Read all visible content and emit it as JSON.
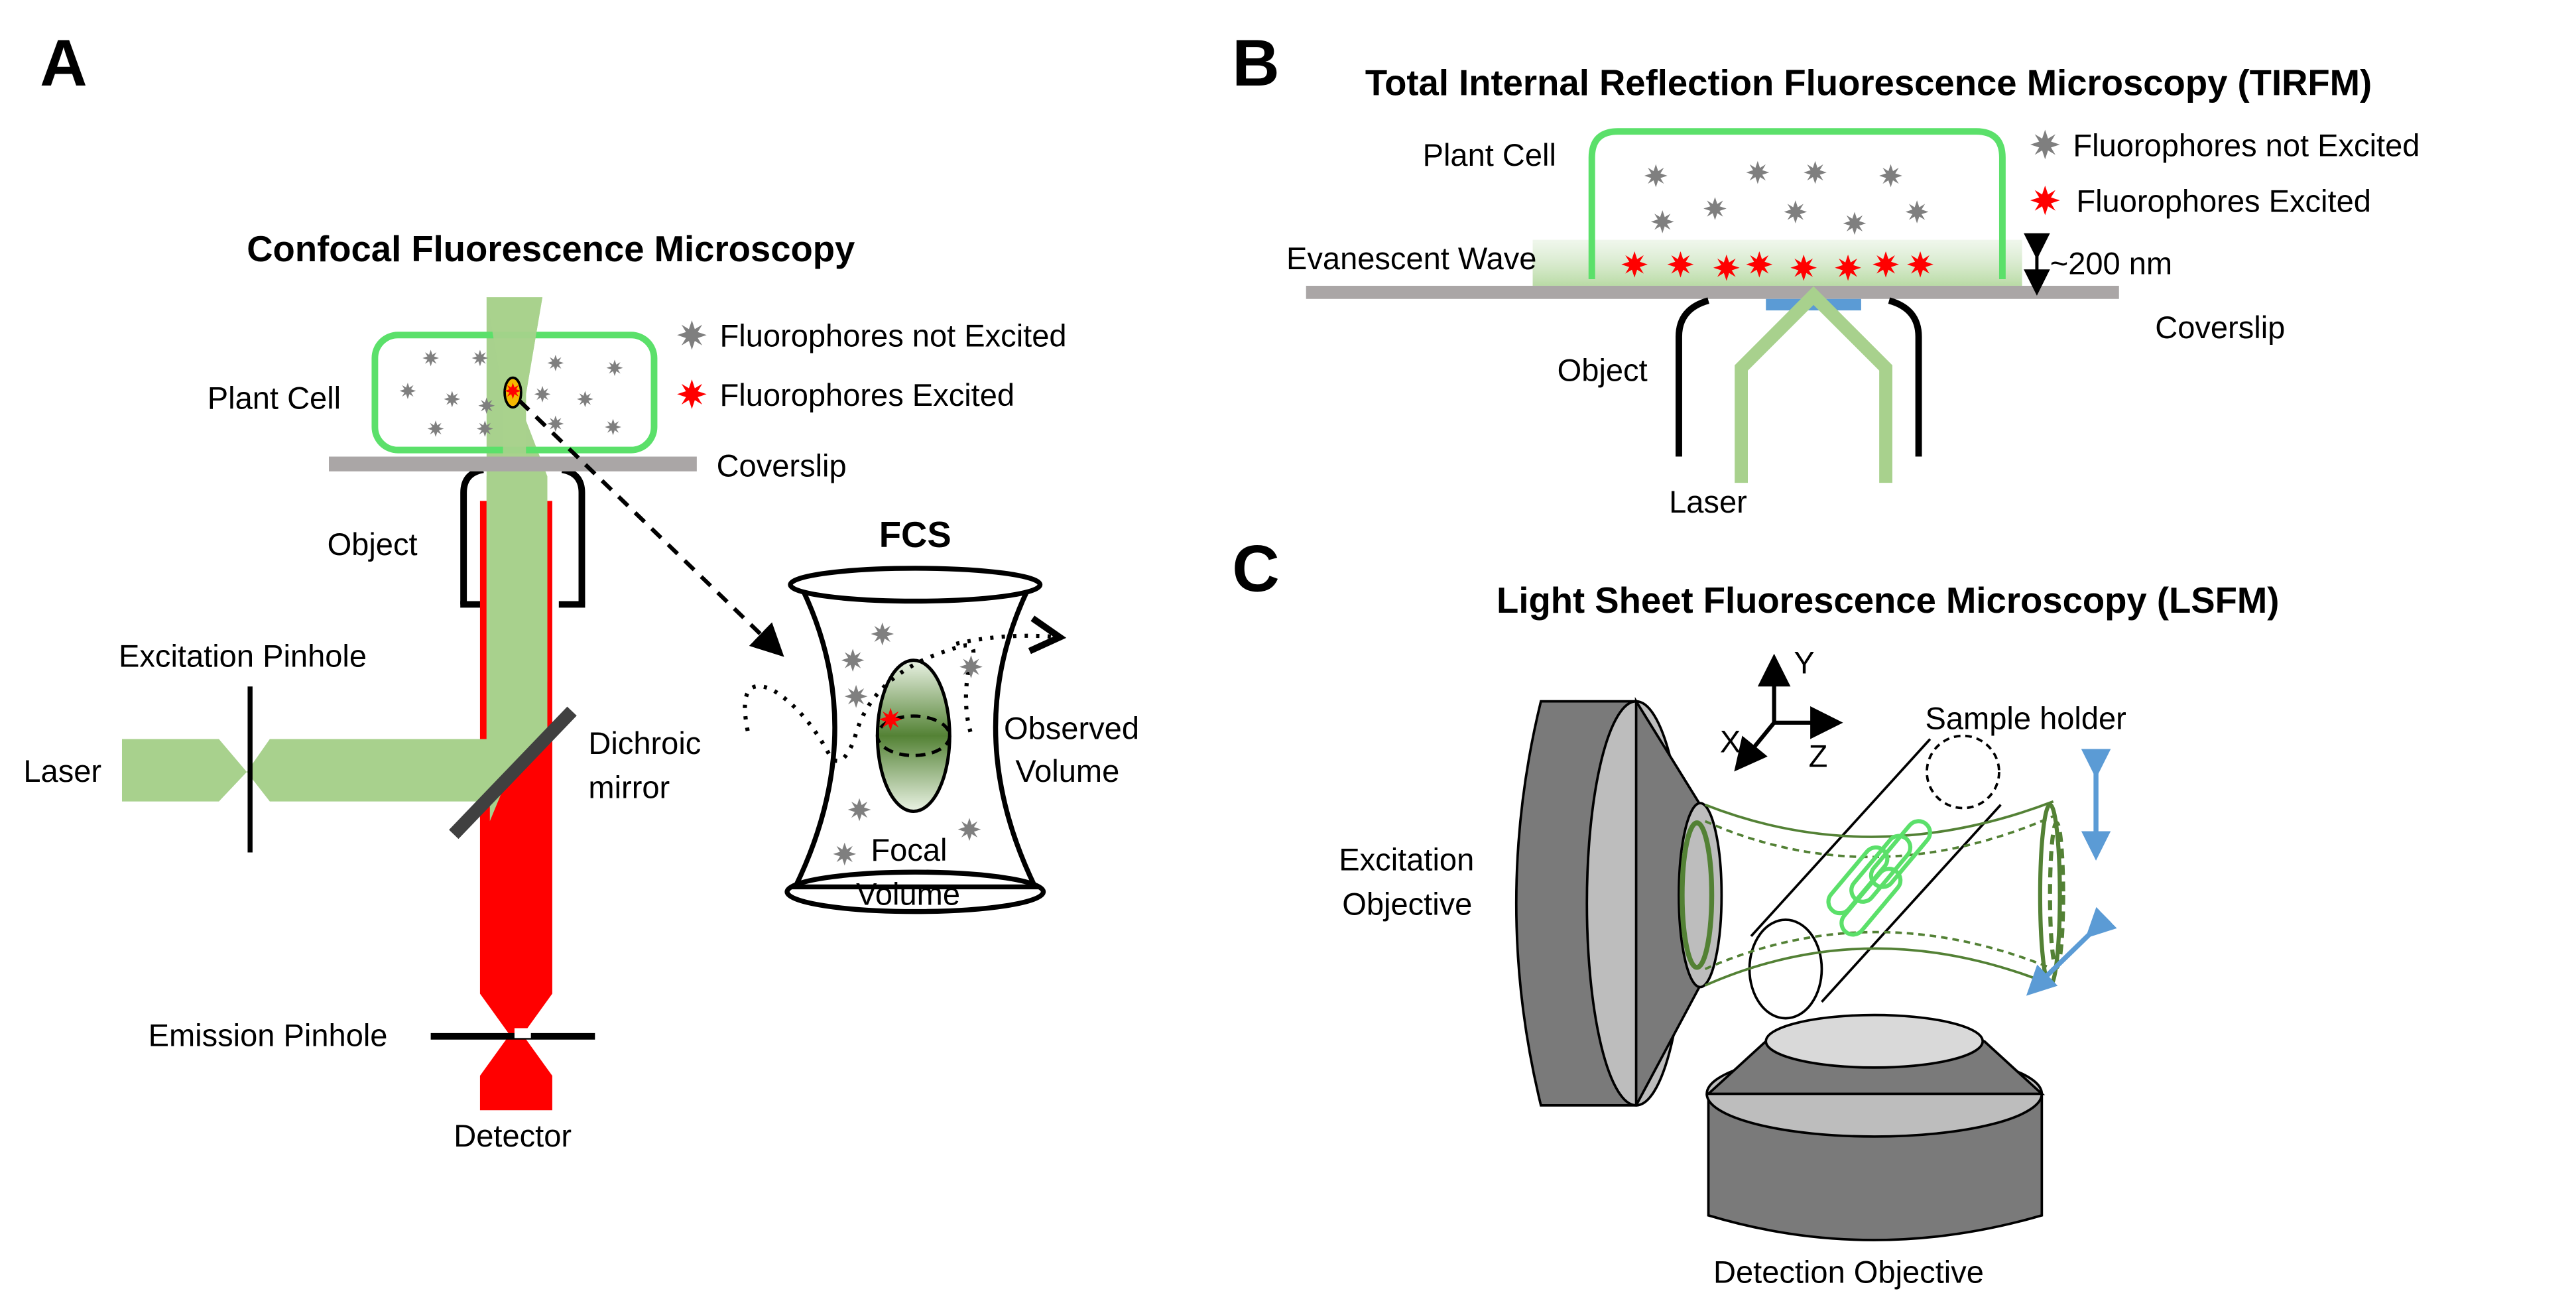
{
  "panels": {
    "a": {
      "letter": "A",
      "title": "Confocal Fluorescence Microscopy",
      "labels": {
        "plant_cell": "Plant Cell",
        "coverslip": "Coverslip",
        "object": "Object",
        "excitation_pinhole": "Excitation Pinhole",
        "laser": "Laser",
        "dichroic_line1": "Dichroic",
        "dichroic_line2": "mirror",
        "emission_pinhole": "Emission Pinhole",
        "detector": "Detector"
      },
      "legend": {
        "not_excited": "Fluorophores not Excited",
        "excited": "Fluorophores Excited"
      },
      "fcs": {
        "title": "FCS",
        "observed_line1": "Observed",
        "observed_line2": "Volume",
        "focal_line1": "Focal",
        "focal_line2": "Volume"
      }
    },
    "b": {
      "letter": "B",
      "title": "Total Internal Reflection Fluorescence Microscopy (TIRFM)",
      "labels": {
        "plant_cell": "Plant Cell",
        "evanescent_wave": "Evanescent Wave",
        "depth": "~200 nm",
        "coverslip": "Coverslip",
        "object": "Object",
        "laser": "Laser"
      },
      "legend": {
        "not_excited": "Fluorophores not Excited",
        "excited": "Fluorophores Excited"
      }
    },
    "c": {
      "letter": "C",
      "title": "Light Sheet Fluorescence Microscopy (LSFM)",
      "labels": {
        "axis_y": "Y",
        "axis_x": "X",
        "axis_z": "Z",
        "sample_holder": "Sample holder",
        "excitation_line1": "Excitation",
        "excitation_line2": "Objective",
        "detection": "Detection Objective"
      }
    }
  },
  "colors": {
    "cell_green": "#5be06a",
    "beam_green": "#a8d18d",
    "emission_red": "#ff0000",
    "fluor_gray": "#7f7f7f",
    "coverslip_gray": "#aaa6a6",
    "sheet_green": "#538135",
    "arrow_blue": "#5b9bd5",
    "objective_dark": "#7a7a7a",
    "objective_light": "#bdbdbd"
  }
}
